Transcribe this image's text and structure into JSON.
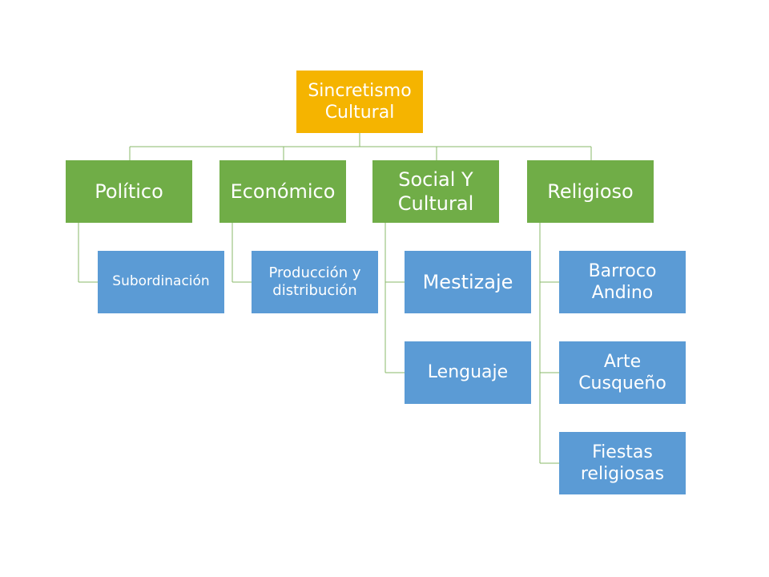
{
  "diagram": {
    "root": "Sincretismo Cultural",
    "categories": [
      {
        "label": "Político",
        "items": [
          "Subordinación"
        ]
      },
      {
        "label": "Económico",
        "items": [
          "Producción y distribución"
        ]
      },
      {
        "label": "Social Y Cultural",
        "items": [
          "Mestizaje",
          "Lenguaje"
        ]
      },
      {
        "label": "Religioso",
        "items": [
          "Barroco Andino",
          "Arte Cusqueño",
          "Fiestas religiosas"
        ]
      }
    ],
    "colors": {
      "root": "#f5b400",
      "category": "#70ad47",
      "leaf": "#5b9bd5",
      "connector": "#8ab86a"
    }
  }
}
